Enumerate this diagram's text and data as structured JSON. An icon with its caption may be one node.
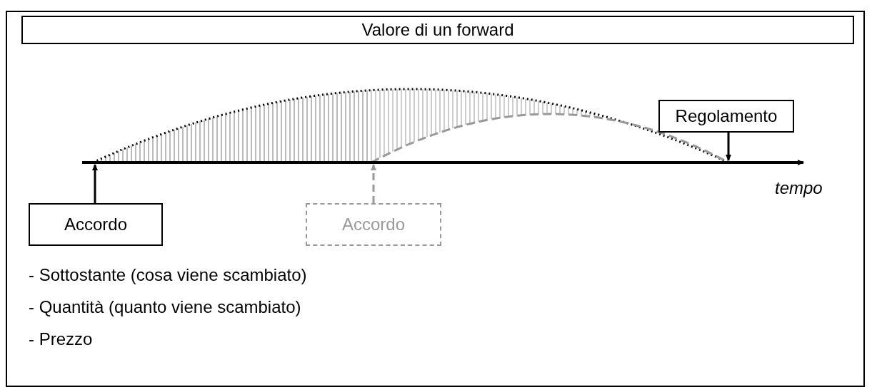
{
  "diagram": {
    "nodes": [
      {
        "text": [
          "Valore di un forward"
        ]
      },
      {
        "text": [
          "Regolamento"
        ]
      },
      {
        "text": [],
        "shape": "line"
      },
      {
        "text": [
          "Accordo"
        ]
      },
      {
        "text": [
          "Accordo"
        ]
      }
    ],
    "edges": [
      {
        "from": 3,
        "to": 2,
        "arrow": "to"
      },
      {
        "from": 4,
        "to": 2,
        "arrow": "to",
        "style": "dashed",
        "color": "#999999"
      },
      {
        "from": 1,
        "to": 2,
        "arrow": "to"
      }
    ],
    "labels": [
      "tempo",
      "- Sottostante (cosa viene scambiato)",
      "- Quantità (quanto viene scambiato)",
      "- Prezzo"
    ]
  }
}
